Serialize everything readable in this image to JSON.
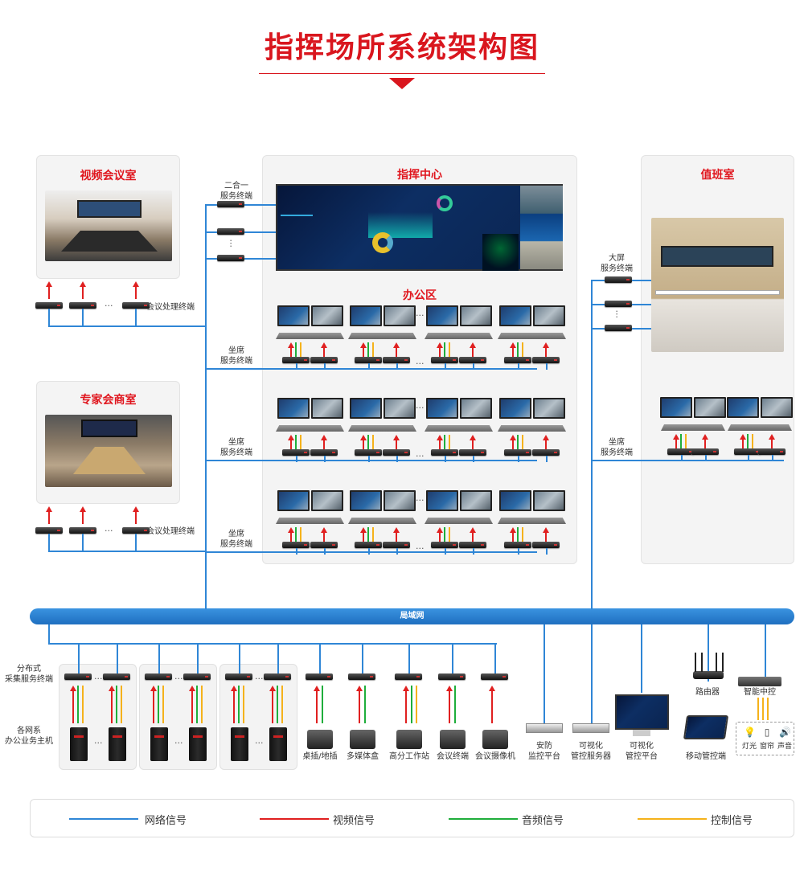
{
  "title": "指挥场所系统架构图",
  "colors": {
    "network": "#2f86d6",
    "video": "#e02020",
    "audio": "#1fae3b",
    "control": "#f5b21b",
    "accent": "#d9161e"
  },
  "rooms": {
    "video_conf": {
      "title": "视频会议室",
      "terminal_label": "会议处理终端"
    },
    "expert_conf": {
      "title": "专家会商室",
      "terminal_label": "会议处理终端"
    },
    "command_center": {
      "title": "指挥中心",
      "server_label": "二合一\n服务终端"
    },
    "office": {
      "title": "办公区",
      "seat_label": "坐席\n服务终端"
    },
    "duty": {
      "title": "值班室",
      "bigscreen_label": "大屏\n服务终端",
      "seat_label": "坐席\n服务终端"
    }
  },
  "dots": "···",
  "lan_label": "局域网",
  "bottom": {
    "collector_label": "分布式\n采集服务终端",
    "host_label": "各网系\n办公业务主机",
    "devices": [
      "桌插/地插",
      "多媒体盒",
      "高分工作站",
      "会议终端",
      "会议摄像机"
    ],
    "security": "安防\n监控平台",
    "vis_server": "可视化\n管控服务器",
    "vis_platform": "可视化\n管控平台",
    "router": "路由器",
    "mobile": "移动管控端",
    "central": "智能中控",
    "controls": [
      "灯光",
      "窗帘",
      "声音"
    ]
  },
  "legend": [
    "网络信号",
    "视频信号",
    "音频信号",
    "控制信号"
  ]
}
